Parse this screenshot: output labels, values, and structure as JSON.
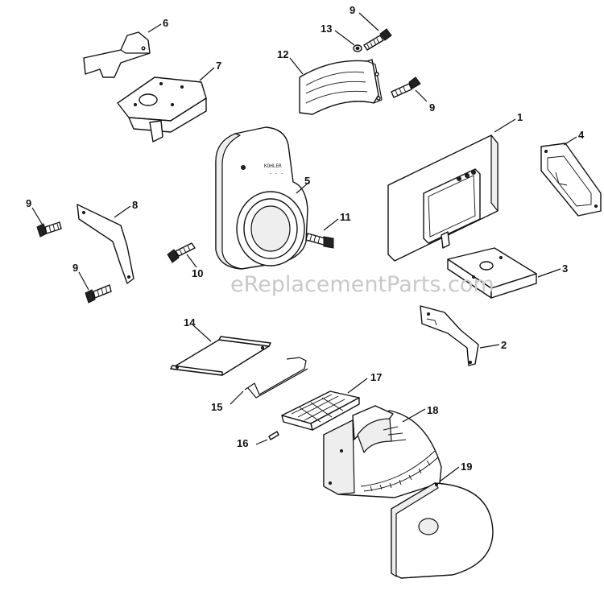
{
  "watermark": "eReplacementParts.com",
  "part_stamp": {
    "line1": "KOHLER",
    "line2": "- - -"
  },
  "callouts": {
    "c1": "1",
    "c2": "2",
    "c3": "3",
    "c4": "4",
    "c5": "5",
    "c6": "6",
    "c7": "7",
    "c8": "8",
    "c9a": "9",
    "c9b": "9",
    "c9c": "9",
    "c9d": "9",
    "c10": "10",
    "c11": "11",
    "c12": "12",
    "c13": "13",
    "c14": "14",
    "c15": "15",
    "c16": "16",
    "c17": "17",
    "c18": "18",
    "c19": "19"
  }
}
